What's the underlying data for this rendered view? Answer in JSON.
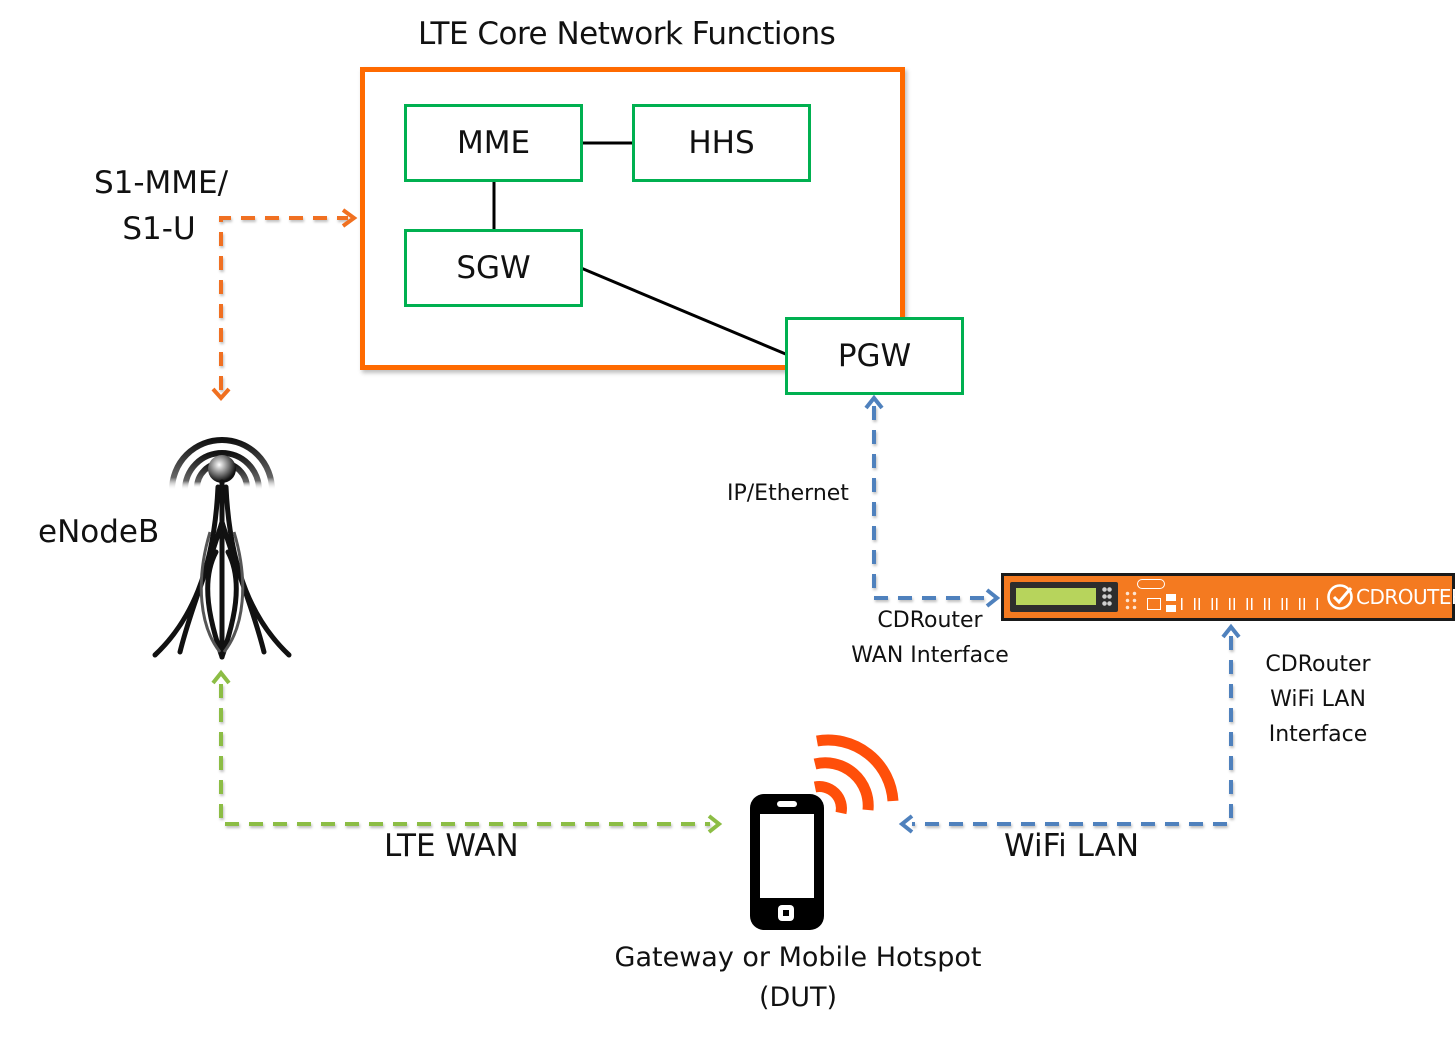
{
  "title": "LTE Core Network Functions",
  "colors": {
    "core_border": "#ff6a00",
    "node_border": "#00b050",
    "s1_link": "#f07020",
    "ip_link": "#4f81bd",
    "lte_wan_link": "#8cbd45",
    "wifi_waves": "#ff4f0a",
    "cdrouter_body": "#f47a20",
    "cdrouter_lcd": "#b7d45c"
  },
  "core_nodes": {
    "mme": "MME",
    "hhs": "HHS",
    "sgw": "SGW",
    "pgw": "PGW"
  },
  "labels": {
    "s1_line1": "S1-MME/",
    "s1_line2": "S1-U",
    "enodeb": "eNodeB",
    "ip_ethernet": "IP/Ethernet",
    "cdrouter_wan_line1": "CDRouter",
    "cdrouter_wan_line2": "WAN Interface",
    "cdrouter_wifi_line1": "CDRouter",
    "cdrouter_wifi_line2": "WiFi LAN",
    "cdrouter_wifi_line3": "Interface",
    "lte_wan": "LTE WAN",
    "wifi_lan": "WiFi LAN",
    "dut_line1": "Gateway or Mobile Hotspot",
    "dut_line2": "(DUT)"
  },
  "cdrouter_device": {
    "brand": "CDROUTER",
    "icon": "check-circle-icon"
  },
  "icons": {
    "tower": "cell-tower-icon",
    "phone": "smartphone-icon",
    "wifi": "wifi-signal-icon"
  }
}
